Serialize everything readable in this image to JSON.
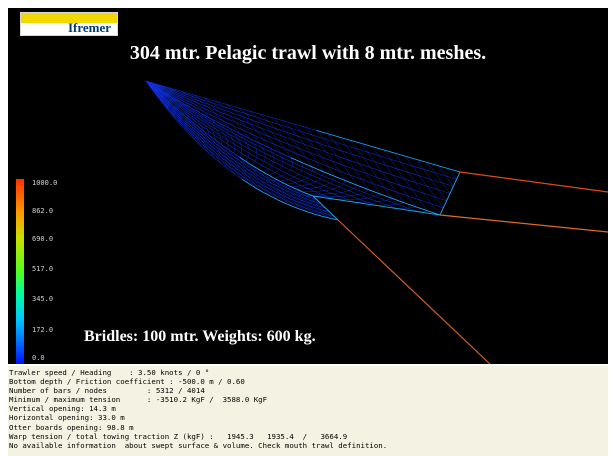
{
  "logo": {
    "text": "Ifremer"
  },
  "title": "304 mtr. Pelagic trawl with 8 mtr. meshes.",
  "caption": "Bridles: 100 mtr.  Weights: 600 kg.",
  "legend": {
    "labels": [
      "1000.0",
      "862.0",
      "690.0",
      "517.0",
      "345.0",
      "172.0",
      "0.0"
    ],
    "values": [
      1000.0,
      862.0,
      690.0,
      517.0,
      345.0,
      172.0,
      0.0
    ]
  },
  "colors": {
    "background": "#000000",
    "mesh": "#1030e0",
    "mesh_highlight": "#20c0ff",
    "warp_upper": "#e04818",
    "warp_lower": "#d05a28",
    "info_panel": "#f4f2e2",
    "logo_band": "#f0d800",
    "logo_text": "#003a7a"
  },
  "info": {
    "lines": [
      "Trawler speed / Heading    : 3.50 knots / 0 °",
      "Bottom depth / Friction coefficient : -500.0 m / 0.60",
      "Number of bars / nodes         : 5312 / 4014",
      "Minimum / maximum tension      : -3510.2 KgF /  3588.0 KgF",
      "Vertical opening: 14.3 m",
      "Horizontal opening: 33.0 m",
      "Otter boards opening: 98.8 m",
      "Warp tension / total towing traction Z (kgF) :   1945.3   1935.4  /   3664.9",
      "No available information  about swept surface & volume. Check mouth trawl definition."
    ]
  }
}
